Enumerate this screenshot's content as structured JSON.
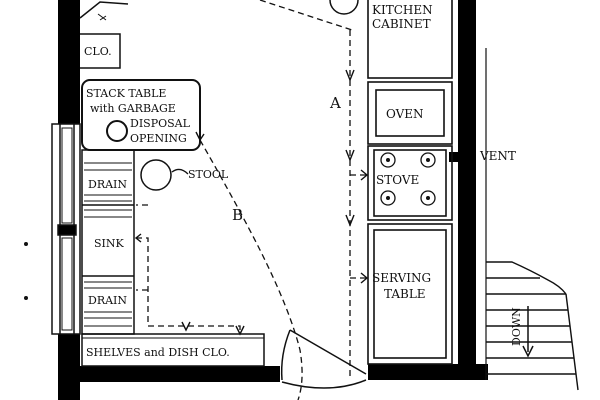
{
  "labels": {
    "kitchen_cabinet_1": "KITCHEN",
    "kitchen_cabinet_2": "CABINET",
    "closet": "CLO.",
    "stack_table_1": "STACK TABLE",
    "stack_table_2": "with GARBAGE",
    "stack_table_3": "DISPOSAL",
    "stack_table_4": "OPENING",
    "stool": "STOOL",
    "drain_top": "DRAIN",
    "sink": "SINK",
    "drain_bottom": "DRAIN",
    "oven": "OVEN",
    "vent": "VENT",
    "stove": "STOVE",
    "serving_1": "SERVING",
    "serving_2": "TABLE",
    "shelves": "SHELVES and DISH CLO.",
    "route_a": "A",
    "route_b": "B",
    "down": "DOWN"
  }
}
